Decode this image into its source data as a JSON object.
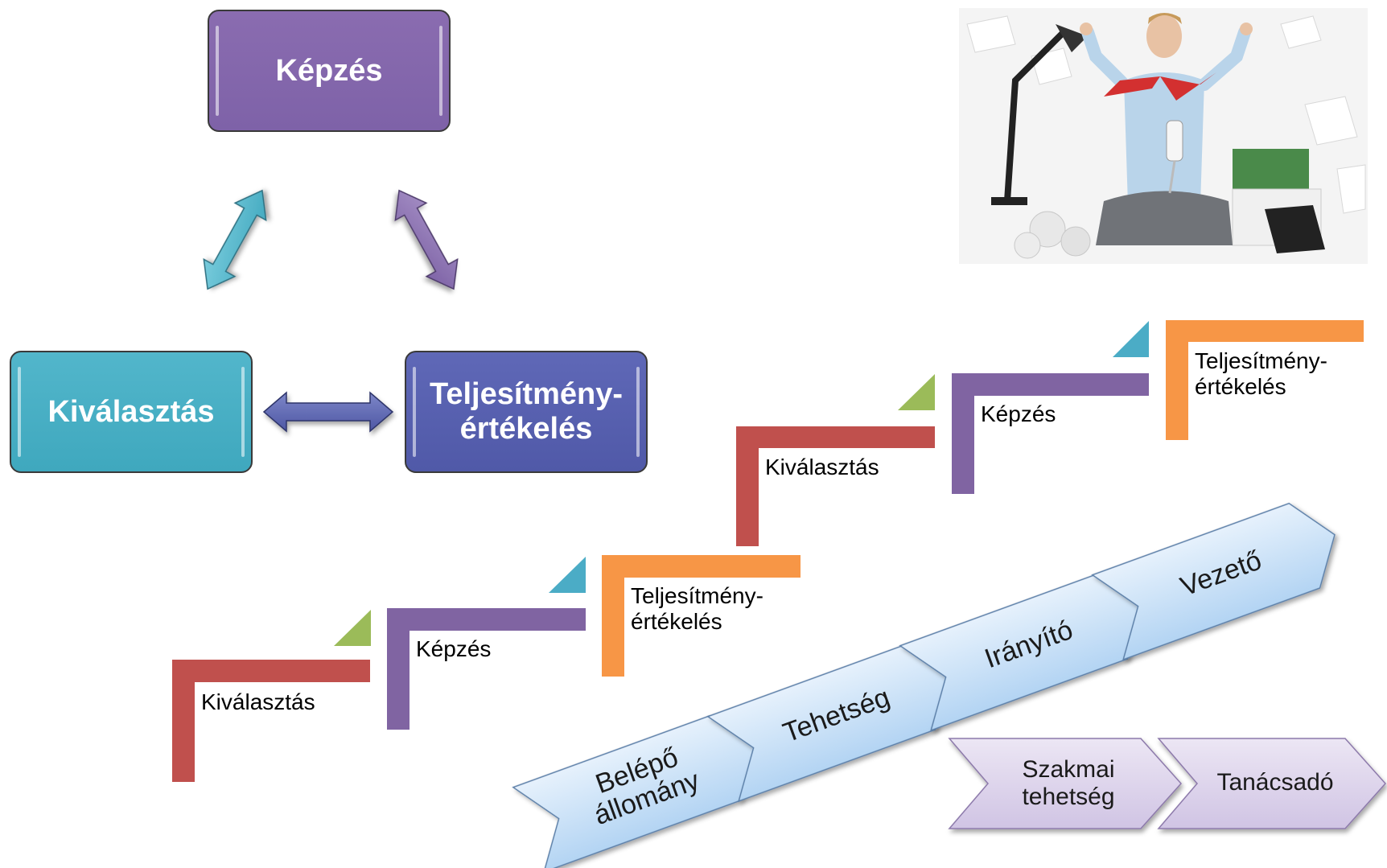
{
  "cycle": {
    "top": "Képzés",
    "left": "Kiválasztás",
    "right_line1": "Teljesítmény-",
    "right_line2": "értékelés"
  },
  "stairs": [
    {
      "label": "Kiválasztás",
      "color": "#c0504d"
    },
    {
      "label": "Képzés",
      "color": "#8064a2"
    },
    {
      "label_line1": "Teljesítmény-",
      "label_line2": "értékelés",
      "color": "#f79646"
    },
    {
      "label": "Kiválasztás",
      "color": "#c0504d"
    },
    {
      "label": "Képzés",
      "color": "#8064a2"
    },
    {
      "label_line1": "Teljesítmény-",
      "label_line2": "értékelés",
      "color": "#f79646"
    }
  ],
  "career": {
    "entry_line1": "Belépő",
    "entry_line2": "állomány",
    "talent": "Tehetség",
    "controller": "Irányító",
    "leader": "Vezető"
  },
  "specialist": {
    "line1": "Szakmai",
    "line2": "tehetség",
    "advisor": "Tanácsadó"
  },
  "photo": {
    "icon": "meditating-office-woman-photo"
  }
}
